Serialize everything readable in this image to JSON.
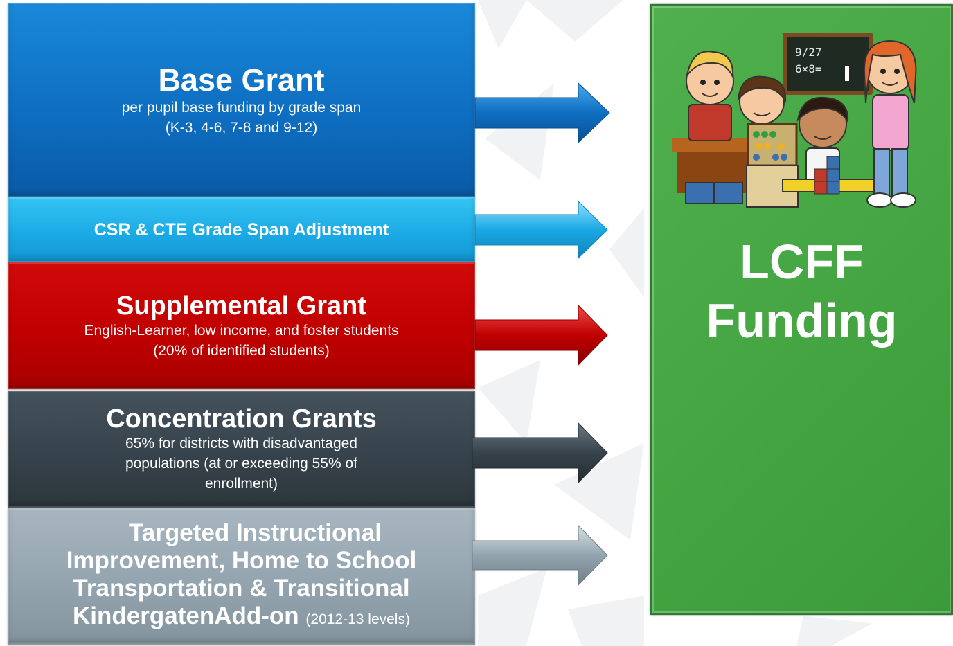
{
  "blocks": [
    {
      "id": "base",
      "title": "Base Grant",
      "subtitle_lines": [
        "per pupil base funding by grade span",
        "(K-3, 4-6, 7-8 and 9-12)"
      ],
      "color": "#0e6fc2"
    },
    {
      "id": "csr",
      "title": "CSR & CTE Grade Span Adjustment",
      "color": "#1aa8e4"
    },
    {
      "id": "supplemental",
      "title": "Supplemental Grant",
      "subtitle_lines": [
        "English-Learner, low income, and foster students",
        "(20% of identified students)"
      ],
      "color": "#c00000"
    },
    {
      "id": "concentration",
      "title": "Concentration Grants",
      "subtitle_lines": [
        "65% for districts with disadvantaged",
        "populations (at or exceeding 55% of",
        "enrollment)"
      ],
      "color": "#37434c"
    },
    {
      "id": "targeted",
      "title_lines": [
        "Targeted Instructional",
        "Improvement, Home to School",
        "Transportation & Transitional",
        "KindergatenAdd-on"
      ],
      "note": "(2012-13 levels)",
      "color": "#94a4af"
    }
  ],
  "target": {
    "title_line1": "LCFF",
    "title_line2": "Funding",
    "color": "#45a643",
    "image": "children-classroom-clipart"
  }
}
